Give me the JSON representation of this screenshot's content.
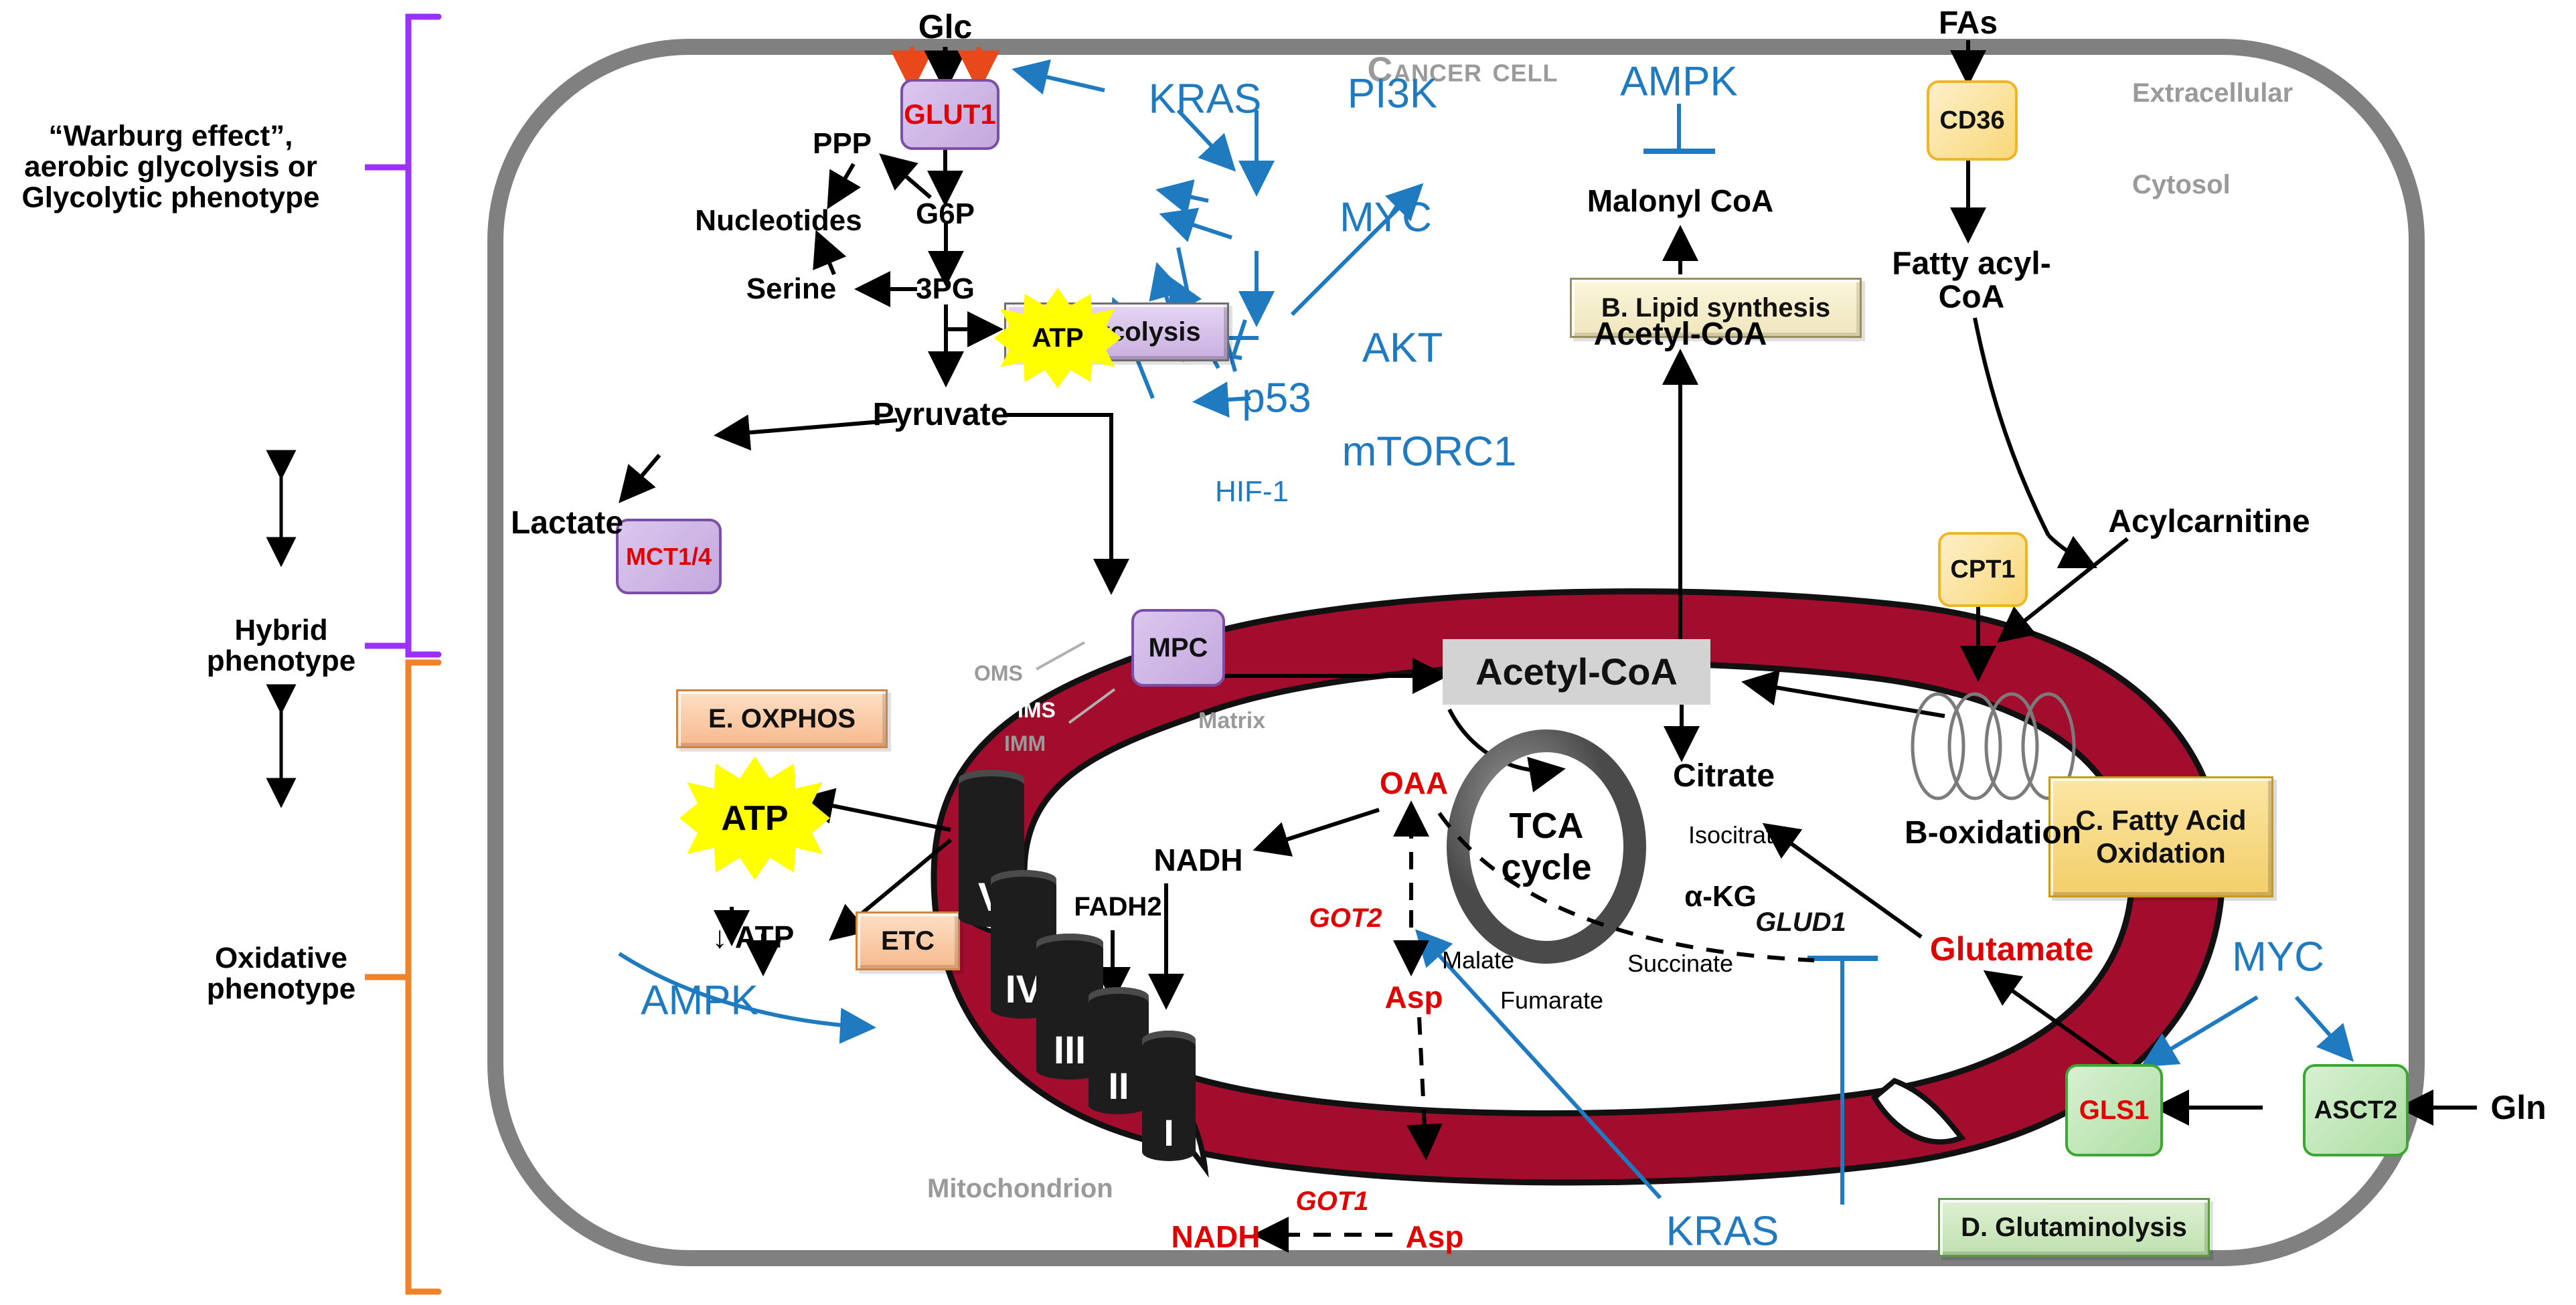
{
  "title": "Cancer cell",
  "compartments": {
    "extracellular": "Extracellular",
    "cytosol": "Cytosol",
    "mitochondrion": "Mitochondrion",
    "oms": "OMS",
    "ims": "IMS",
    "imm": "IMM",
    "matrix": "Matrix"
  },
  "phenotypes": [
    {
      "label": "“Warburg effect”,\naerobic glycolysis or\nGlycolytic phenotype",
      "bracket_color": "#9b30ff"
    },
    {
      "label": "Hybrid\nphenotype",
      "bracket_color": "#000000"
    },
    {
      "label": "Oxidative\nphenotype",
      "bracket_color": "#f0832a"
    }
  ],
  "pathway_boxes": [
    {
      "id": "A",
      "label": "A. Glycolysis",
      "color": "#c9b0e0"
    },
    {
      "id": "B",
      "label": "B. Lipid synthesis",
      "color": "#efe6bd"
    },
    {
      "id": "C",
      "label": "C. Fatty Acid\nOxidation",
      "color": "#f3cf6a"
    },
    {
      "id": "D",
      "label": "D. Glutaminolysis",
      "color": "#bfe0ae"
    },
    {
      "id": "E",
      "label": "E. OXPHOS",
      "color": "#f6b98c"
    },
    {
      "id": "ETC",
      "label": "ETC",
      "color": "#f6b98c"
    }
  ],
  "transporters": [
    {
      "name": "GLUT1",
      "color": "#c3a8de",
      "text_color": "#e00000"
    },
    {
      "name": "MCT1/4",
      "color": "#c3a8de",
      "text_color": "#e00000"
    },
    {
      "name": "MPC",
      "color": "#c3a8de",
      "text_color": "#111111"
    },
    {
      "name": "CD36",
      "color": "#f9d87a",
      "text_color": "#111111"
    },
    {
      "name": "CPT1",
      "color": "#f9d87a",
      "text_color": "#111111"
    },
    {
      "name": "GLS1",
      "color": "#aedfa4",
      "text_color": "#e00000"
    },
    {
      "name": "ASCT2",
      "color": "#aedfa4",
      "text_color": "#111111"
    }
  ],
  "metabolites": {
    "glc": "Glc",
    "fas": "FAs",
    "gln": "Gln",
    "ppp": "PPP",
    "g6p": "G6P",
    "nucleotides": "Nucleotides",
    "serine": "Serine",
    "three_pg": "3PG",
    "atp_glyco": "ATP",
    "pyruvate": "Pyruvate",
    "lactate": "Lactate",
    "malonyl_coa": "Malonyl CoA",
    "acetyl_coa_cyto": "Acetyl-CoA",
    "fatty_acyl_coa": "Fatty acyl-\nCoA",
    "acylcarnitine": "Acylcarnitine",
    "b_oxidation": "B-oxidation",
    "acetyl_coa_mito": "Acetyl-CoA",
    "citrate": "Citrate",
    "isocitrate": "Isocitrate",
    "akg": "α-KG",
    "succinate": "Succinate",
    "fumarate": "Fumarate",
    "malate": "Malate",
    "oaa": "OAA",
    "asp_mito": "Asp",
    "asp_cyto": "Asp",
    "nadh_cyto": "NADH",
    "nadh_mito": "NADH",
    "fadh2": "FADH2",
    "glutamate": "Glutamate",
    "atp_oxphos": "ATP",
    "atp_down": "↓ ATP",
    "tca": "TCA\ncycle"
  },
  "enzymes": {
    "got1": "GOT1",
    "got2": "GOT2",
    "glud1": "GLUD1"
  },
  "signaling": [
    {
      "name": "KRAS",
      "id": "kras-top"
    },
    {
      "name": "PI3K",
      "id": "pi3k"
    },
    {
      "name": "AMPK",
      "id": "ampk-top"
    },
    {
      "name": "MYC",
      "id": "myc-top"
    },
    {
      "name": "AKT",
      "id": "akt"
    },
    {
      "name": "p53",
      "id": "p53"
    },
    {
      "name": "mTORC1",
      "id": "mtorc1"
    },
    {
      "name": "HIF-1",
      "id": "hif1"
    },
    {
      "name": "AMPK",
      "id": "ampk-bottom"
    },
    {
      "name": "MYC",
      "id": "myc-bottom"
    },
    {
      "name": "KRAS",
      "id": "kras-bottom"
    }
  ],
  "etc_complexes": [
    "V",
    "IV",
    "III",
    "II",
    "I"
  ],
  "colors": {
    "signaling_blue": "#1f7ac0",
    "metabolite_red": "#e00000",
    "membrane_gray": "#808080",
    "mito_red": "#a30d2d",
    "label_gray": "#9a9a9a",
    "atp_yellow": "#ffff00",
    "glc_arrow_red": "#e8481a"
  }
}
